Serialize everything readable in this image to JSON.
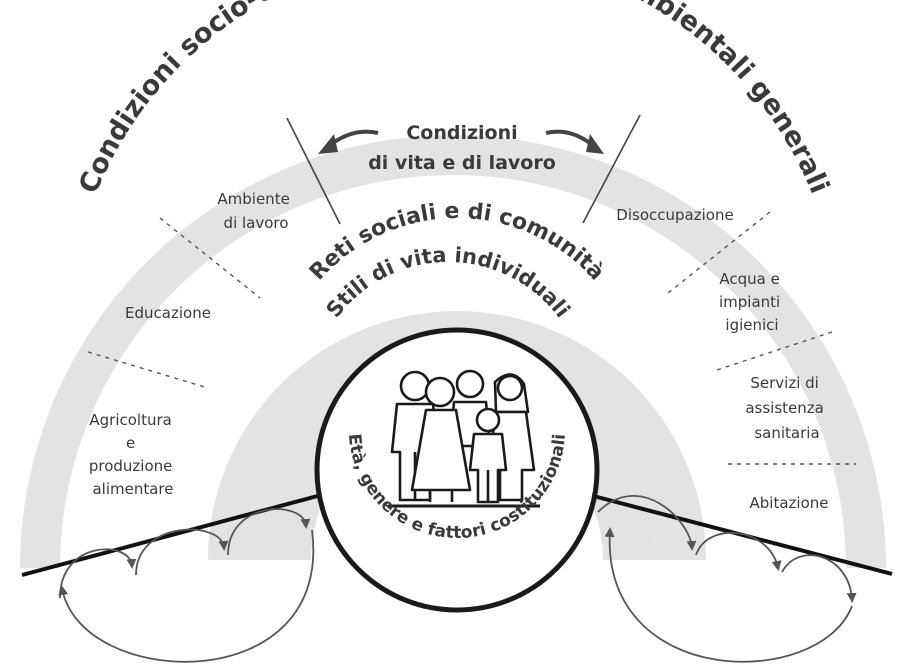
{
  "arcs": {
    "outer": "Condizioni socio-economiche, culturali e ambientali generali",
    "social": "Reti sociali e di comunità",
    "lifestyle": "Stili di vita individuali",
    "core": "Età, genere e fattori costituzionali"
  },
  "center": {
    "line1": "Condizioni",
    "line2": "di vita e di lavoro"
  },
  "left_sectors": {
    "ambiente": [
      "Ambiente",
      "di lavoro"
    ],
    "educazione": [
      "Educazione"
    ],
    "agricoltura": [
      "Agricoltura",
      "e",
      "produzione",
      "alimentare"
    ]
  },
  "right_sectors": {
    "disoccupazione": [
      "Disoccupazione"
    ],
    "acqua": [
      "Acqua e",
      "impianti",
      "igienici"
    ],
    "servizi": [
      "Servizi di",
      "assistenza",
      "sanitaria"
    ],
    "abitazione": [
      "Abitazione"
    ]
  },
  "colors": {
    "band": "#e3e3e3",
    "ink": "#3a3a3a",
    "line": "#222222"
  },
  "icons": [
    "family-icon",
    "arrow-left-icon",
    "arrow-right-icon"
  ]
}
